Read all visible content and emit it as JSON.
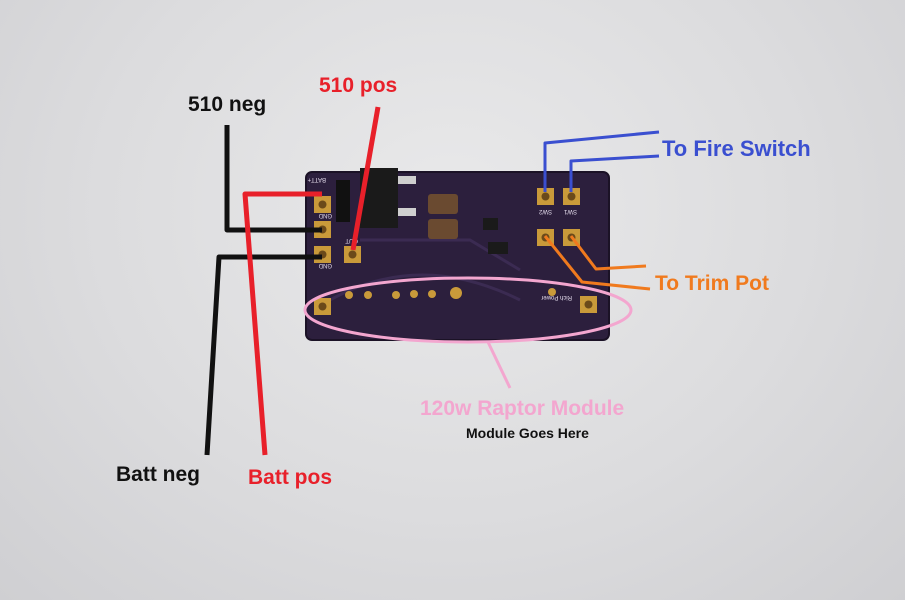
{
  "labels": {
    "neg_510": "510 neg",
    "pos_510": "510 pos",
    "fire_switch": "To Fire Switch",
    "trim_pot": "To Trim Pot",
    "module_title": "120w Raptor Module",
    "module_subtitle": "Module Goes Here",
    "batt_neg": "Batt neg",
    "batt_pos": "Batt pos"
  },
  "silkscreen": {
    "batt": "BATT+",
    "gnd1": "GND",
    "gnd2": "GND",
    "out": "OUT",
    "sw2": "SW2",
    "sw1": "SW1",
    "rich_power": "Rich Power"
  },
  "colors": {
    "neg_wire": "#111111",
    "pos_wire": "#e8202a",
    "fire_switch": "#3a4fd0",
    "trim_pot": "#f07a1e",
    "module": "#f3a6cf",
    "board": "#2c1f3d",
    "pad": "#c99a3a"
  }
}
